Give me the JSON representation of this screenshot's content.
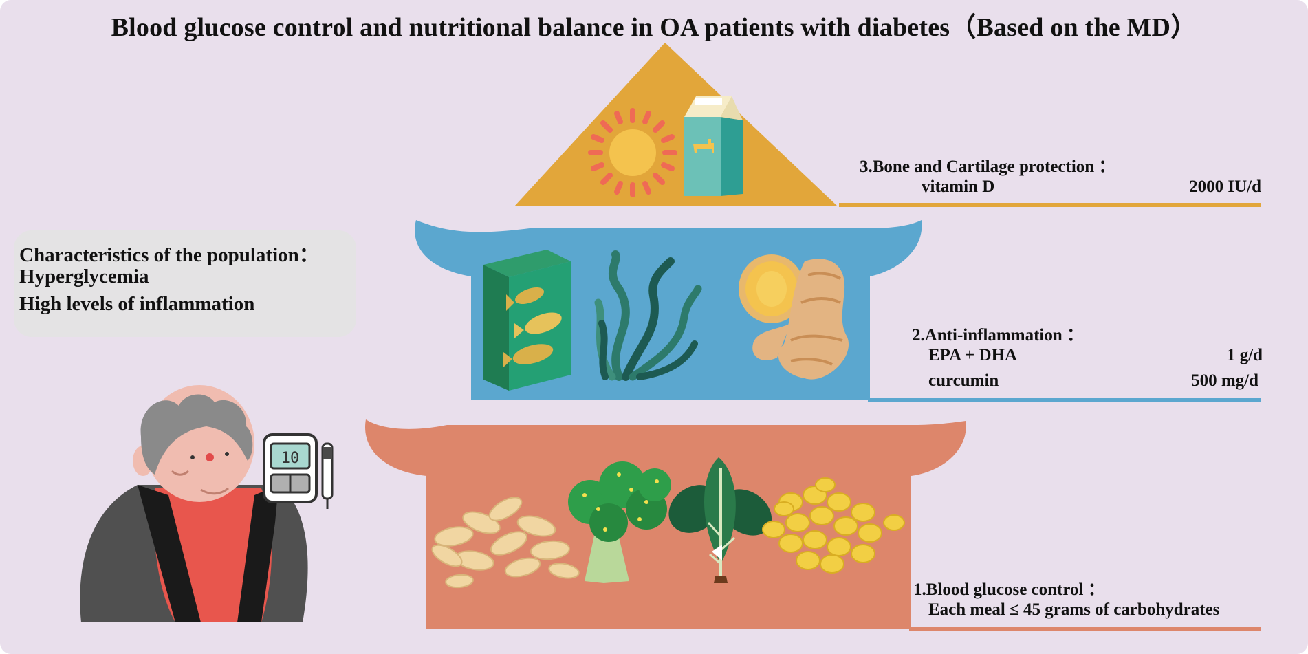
{
  "title": "Blood glucose control and nutritional balance in OA patients with diabetes（Based on the MD）",
  "population": {
    "heading": "Characteristics of the population：",
    "items": [
      "Hyperglycemia",
      "High levels of inflammation"
    ]
  },
  "meter": {
    "reading": "10"
  },
  "levels": [
    {
      "heading": "3.Bone and Cartilage protection ：",
      "rows": [
        {
          "item": "vitamin D",
          "amount": "2000 IU/d"
        }
      ]
    },
    {
      "heading": "2.Anti-inflammation ：",
      "rows": [
        {
          "item": "EPA + DHA",
          "amount": "1 g/d"
        },
        {
          "item": "curcumin",
          "amount": "500 mg/d"
        }
      ]
    },
    {
      "heading": "1.Blood glucose control ：",
      "rows": [
        {
          "item": "Each meal ≤ 45 grams of carbohydrates",
          "amount": ""
        }
      ]
    }
  ],
  "colors": {
    "background": "#e9dfec",
    "roof": "#e2a63a",
    "middle_tier": "#5ba7cf",
    "bottom_tier": "#dd866b",
    "rule_orange": "#e2a63a",
    "rule_blue": "#5ba7cf",
    "rule_salmon": "#dd866b"
  },
  "icons": [
    "sun-icon",
    "milk-carton-icon",
    "fish-can-icon",
    "seaweed-icon",
    "ginger-icon",
    "oats-icon",
    "broccoli-icon",
    "spinach-icon",
    "soybeans-icon",
    "elderly-man-illustration",
    "glucose-meter-icon",
    "insulin-pen-icon"
  ]
}
